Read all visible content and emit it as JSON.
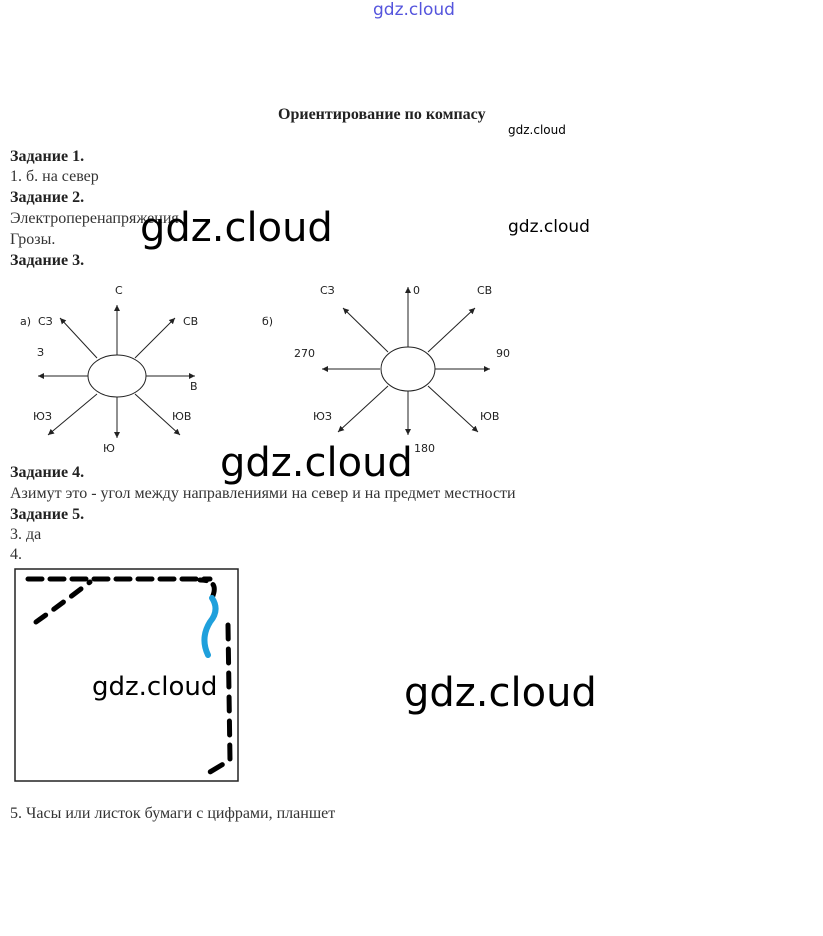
{
  "watermark_top": "gdz.cloud",
  "watermark": "gdz.cloud",
  "title": "Ориентирование по компасу",
  "lines": {
    "t1": "Задание 1.",
    "a1": "1.  б. на север",
    "t2": "Задание 2.",
    "a2": "Электроперенапряжения.",
    "a2b": "Грозы.",
    "t3": "Задание 3.",
    "t4": "Задание 4.",
    "a4": "Азимут это - угол между направлениями на север и на предмет местности",
    "t5": "Задание 5.",
    "a5_3": "3. да",
    "a5_4": "4.",
    "a5_5": "5. Часы или листок бумаги с цифрами, планшет"
  },
  "compass_a": {
    "label": "а)",
    "n": "С",
    "nw": "СЗ",
    "ne": "СВ",
    "w": "З",
    "e": "В",
    "sw": "ЮЗ",
    "se": "ЮВ",
    "s": "Ю"
  },
  "compass_b": {
    "label": "б)",
    "n": "0",
    "nw": "СЗ",
    "ne": "СВ",
    "w": "270",
    "e": "90",
    "sw": "ЮЗ",
    "se": "ЮВ",
    "s": "180"
  },
  "colors": {
    "river": "#1fa0dc",
    "watermark_top": "#5555dd"
  }
}
